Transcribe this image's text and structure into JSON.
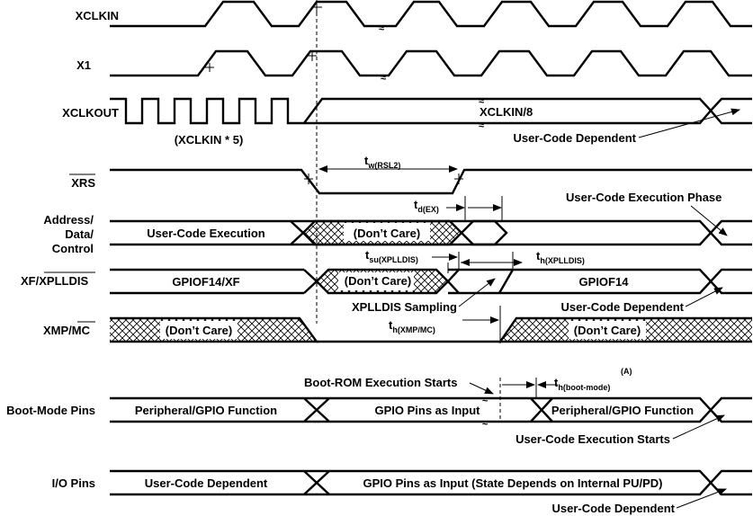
{
  "signals": {
    "xclkin": "XCLKIN",
    "x1": "X1",
    "xclkout": "XCLKOUT",
    "xrs": "XRS",
    "addr_line1": "Address/",
    "addr_line2": "Data/",
    "addr_line3": "Control",
    "xf_prefix": "XF/",
    "xf_bar": "XPLLDIS",
    "xmp_prefix": "XMP/",
    "xmp_bar": "MC",
    "bootmode": "Boot-Mode Pins",
    "io": "I/O Pins"
  },
  "labels": {
    "xclkin_x5": "(XCLKIN * 5)",
    "xclkin_div8": "XCLKIN/8",
    "user_code_dep_1": "User-Code Dependent",
    "user_code_execution": "User-Code Execution",
    "dont_care": "(Don’t Care)",
    "user_code_exec_phase": "User-Code Execution Phase",
    "gpiof14_xf": "GPIOF14/XF",
    "gpiof14": "GPIOF14",
    "user_code_dep_2": "User-Code Dependent",
    "xplldis_sampling": "XPLLDIS Sampling",
    "boot_rom_starts": "Boot-ROM Execution Starts",
    "periph_gpio_1": "Peripheral/GPIO Function",
    "gpio_as_input": "GPIO Pins as Input",
    "periph_gpio_2": "Peripheral/GPIO Function",
    "user_code_exec_starts": "User-Code Execution Starts",
    "io_user_code_dep": "User-Code Dependent",
    "io_gpio_input": "GPIO Pins as Input (State Depends on Internal PU/PD)",
    "user_code_dep_3": "User-Code Dependent"
  },
  "timing": {
    "tw_main": "t",
    "tw_sub": "w(RSL2)",
    "td_main": "t",
    "td_sub": "d(EX)",
    "tsu_main": "t",
    "tsu_sub": "su(XPLLDIS)",
    "th_main": "t",
    "th_sub": "h(XPLLDIS)",
    "thxmp_main": "t",
    "thxmp_sub": "h(XMP/MC)",
    "thboot_main": "t",
    "thboot_sub": "h(boot-mode)",
    "note": "(A)"
  }
}
